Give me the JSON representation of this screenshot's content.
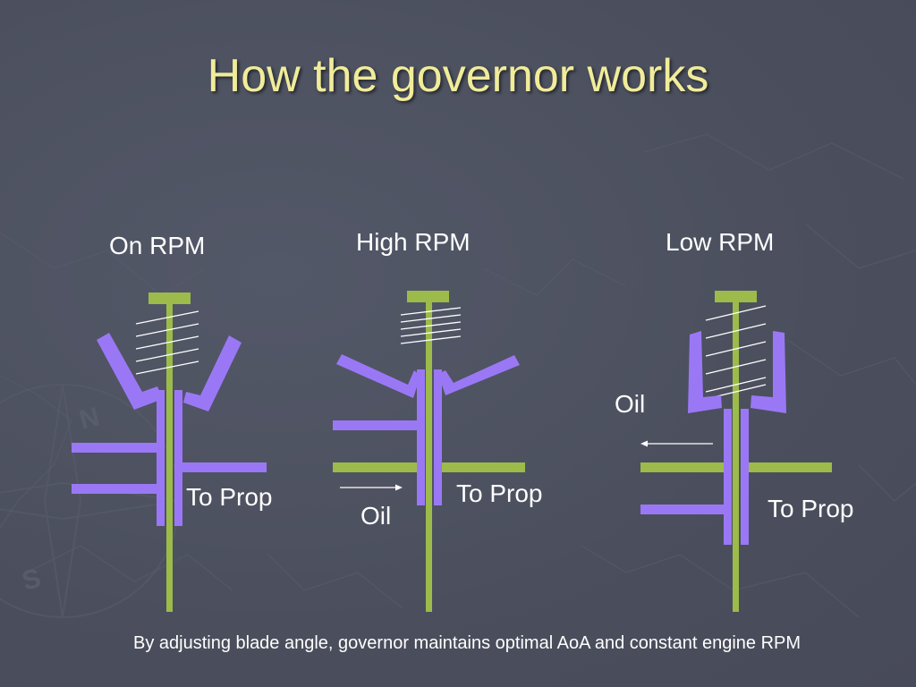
{
  "slide": {
    "title": "How the governor works",
    "caption": "By adjusting blade angle, governor maintains optimal AoA and constant engine RPM"
  },
  "panels": [
    {
      "label": "On RPM",
      "prop_label": "To Prop"
    },
    {
      "label": "High RPM",
      "prop_label": "To Prop",
      "oil_label": "Oil"
    },
    {
      "label": "Low RPM",
      "prop_label": "To Prop",
      "oil_label": "Oil"
    }
  ],
  "colors": {
    "background": "#4d5160",
    "title": "#f0ec9a",
    "spindle_green": "#9cbb4a",
    "valve_purple": "#9a78f5",
    "spring_white": "#ffffff",
    "text": "#ffffff"
  }
}
